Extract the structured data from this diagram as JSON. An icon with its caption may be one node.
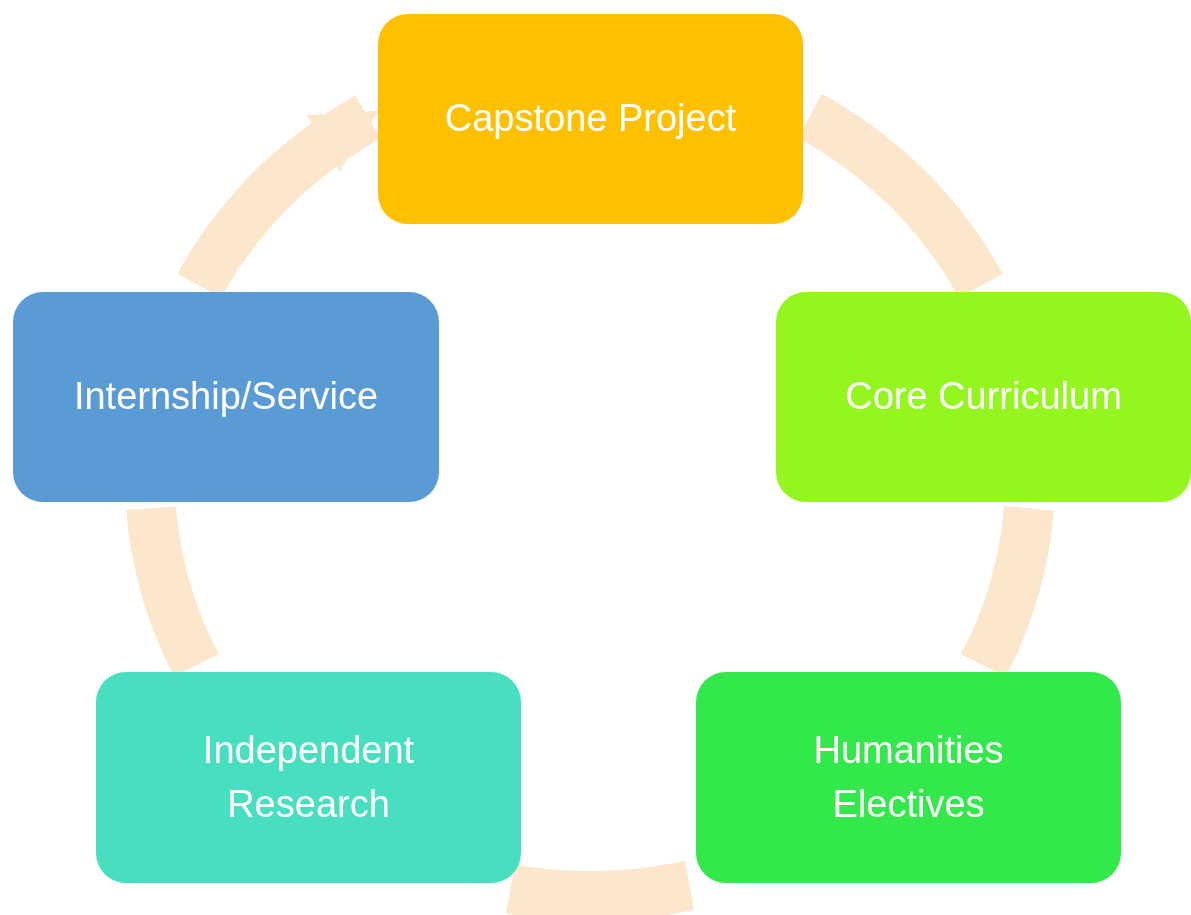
{
  "diagram": {
    "nodes": [
      {
        "text": [
          "Capstone Project"
        ]
      },
      {
        "text": [
          "Core Curriculum"
        ]
      },
      {
        "text": [
          "Humanities Electives"
        ]
      },
      {
        "text": [
          "Independent Research"
        ]
      },
      {
        "text": [
          "Internship/Service"
        ]
      }
    ],
    "edges": [
      {
        "from": 0,
        "to": 1,
        "arrow": "none"
      },
      {
        "from": 1,
        "to": 2,
        "arrow": "none"
      },
      {
        "from": 2,
        "to": 3,
        "arrow": "none"
      },
      {
        "from": 3,
        "to": 4,
        "arrow": "none"
      },
      {
        "from": 4,
        "to": 0,
        "arrow": "to"
      }
    ]
  }
}
